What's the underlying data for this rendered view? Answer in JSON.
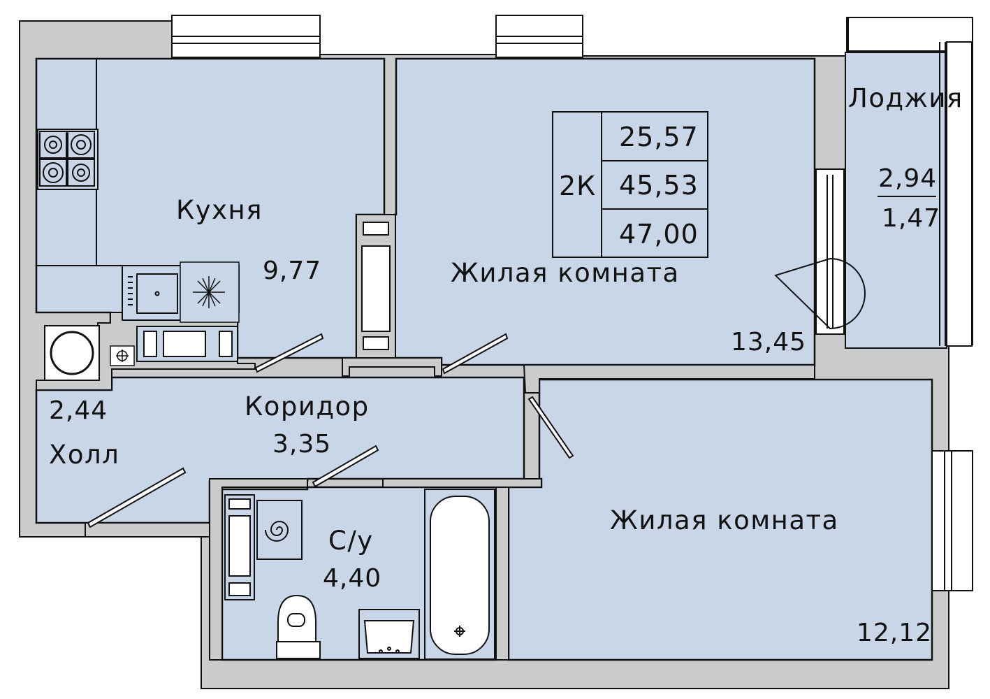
{
  "rooms": {
    "kitchen": {
      "name": "Кухня",
      "area": "9,77"
    },
    "living1": {
      "name": "Жилая комната",
      "area": "13,45"
    },
    "living2": {
      "name": "Жилая комната",
      "area": "12,12"
    },
    "loggia": {
      "name": "Лоджия",
      "area_full": "2,94",
      "area_reduced": "1,47"
    },
    "hall": {
      "name": "Холл",
      "area": "2,44"
    },
    "corridor": {
      "name": "Коридор",
      "area": "3,35"
    },
    "bathroom": {
      "name": "С/у",
      "area": "4,40"
    }
  },
  "summary": {
    "rooms_count": "2К",
    "living_area": "25,57",
    "total_area": "45,53",
    "total_with_loggia": "47,00"
  },
  "colors": {
    "wall": "#c9cbcd",
    "floor": "#c9d6e8",
    "line": "#111111"
  }
}
